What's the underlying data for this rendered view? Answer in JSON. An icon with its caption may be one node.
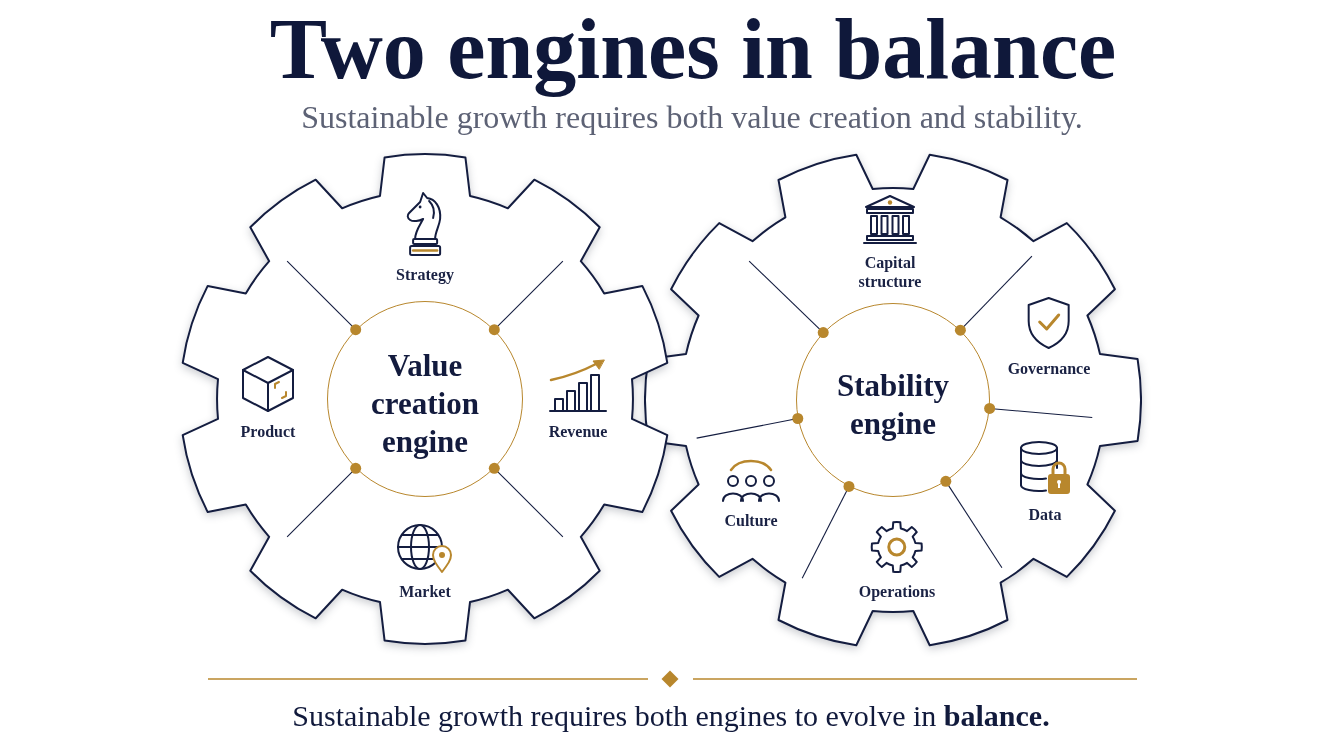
{
  "diagram": {
    "title": "Two engines in balance",
    "caption": "Sustainable growth requires both engines to evolve in **balance.**",
    "nodes": [
      {
        "text": [],
        "shape": "gear"
      },
      {
        "text": [
          "Value creation engine"
        ],
        "in": 0
      },
      {
        "text": [
          "Strategy"
        ],
        "in": 0
      },
      {
        "text": [
          "Product"
        ],
        "in": 0
      },
      {
        "text": [
          "Revenue"
        ],
        "in": 0
      },
      {
        "text": [
          "Market"
        ],
        "in": 0
      },
      {
        "text": [],
        "shape": "gear"
      },
      {
        "text": [
          "Stability engine"
        ],
        "in": 6
      },
      {
        "text": [
          "Capital structure"
        ],
        "in": 6
      },
      {
        "text": [
          "Governance"
        ],
        "in": 6
      },
      {
        "text": [
          "Culture"
        ],
        "in": 6
      },
      {
        "text": [
          "Data"
        ],
        "in": 6
      },
      {
        "text": [
          "Operations"
        ],
        "in": 6
      }
    ],
    "labels": [
      "Sustainable growth requires both value creation and stability."
    ]
  }
}
